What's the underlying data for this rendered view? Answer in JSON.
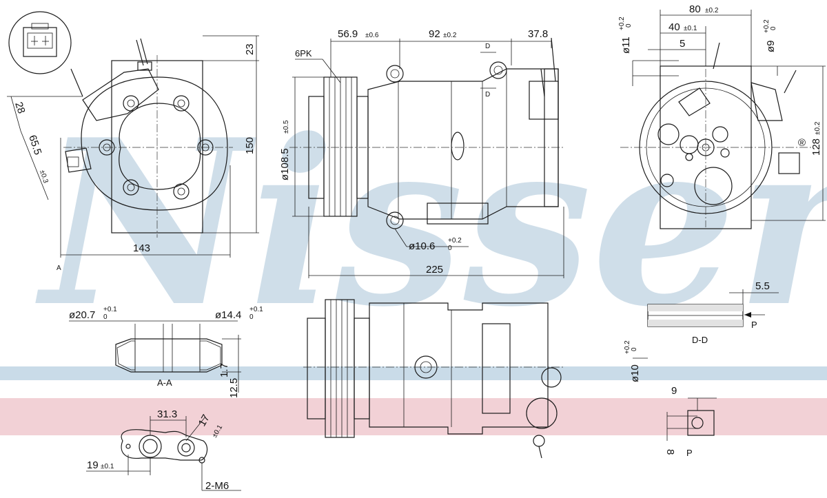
{
  "watermark": {
    "text": "Nissens",
    "reg": "®",
    "color": "#a9c4d8",
    "band_blue": "#c9dbe8",
    "band_red": "#f2d1d6"
  },
  "dims": {
    "d23": "23",
    "d28": "28",
    "d65": "65.5",
    "d65tol": "±0.3",
    "d150": "150",
    "d143": "143",
    "labelA": "A",
    "d56": "56.9",
    "d56tol": "±0.6",
    "d92": "92",
    "d92tol": "±0.2",
    "d37": "37.8",
    "d6pk": "6PK",
    "dD": "D",
    "d108": "ø108.5",
    "d108tol": "±0.5",
    "d10_6": "ø10.6",
    "tolPlus02": "+0.2",
    "tol0": "0",
    "d225": "225",
    "d80": "80",
    "d80tol": "±0.2",
    "d40": "40",
    "d40tol": "±0.1",
    "d5": "5",
    "d11": "ø11",
    "d9": "ø9",
    "d128": "128",
    "d128tol": "±0.2",
    "d20_7": "ø20.7",
    "d14_4": "ø14.4",
    "tolPlus01": "+0.1",
    "d1_7": "1.7",
    "d12_5": "12.5",
    "sectionAA": "A-A",
    "d31_3": "31.3",
    "d17": "17",
    "d17tol": "±0.1",
    "d19": "19",
    "d19tol": "±0.1",
    "m6": "2-M6",
    "d5_5": "5.5",
    "labelP": "P",
    "sectionDD": "D-D",
    "d10": "ø10",
    "d9b": "9",
    "d8": "8",
    "labelP2": "P"
  }
}
